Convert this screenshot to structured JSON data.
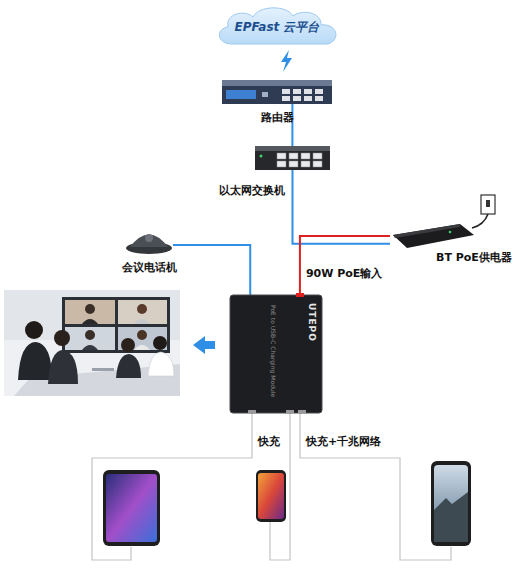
{
  "diagram": {
    "nodes": [
      {
        "text": [
          "EPFast 云平台"
        ]
      },
      {
        "text": [
          "路由器"
        ]
      },
      {
        "text": [
          "以太网交换机"
        ]
      },
      {
        "text": [
          "会议电话机"
        ]
      },
      {
        "text": [
          "BT PoE供电器"
        ]
      },
      {
        "text": [
          "UTEPO",
          "PoE to USB-C Charging Module"
        ]
      }
    ],
    "edges": [
      {
        "from": 1,
        "to": 2,
        "arrow": "none"
      },
      {
        "from": 2,
        "to": 4,
        "arrow": "none"
      },
      {
        "from": 4,
        "to": 5,
        "label": "90W PoE输入",
        "arrow": "none"
      },
      {
        "from": 5,
        "to": 3,
        "arrow": "none"
      }
    ],
    "labels": [
      "快充",
      "快充+千兆网络"
    ]
  }
}
